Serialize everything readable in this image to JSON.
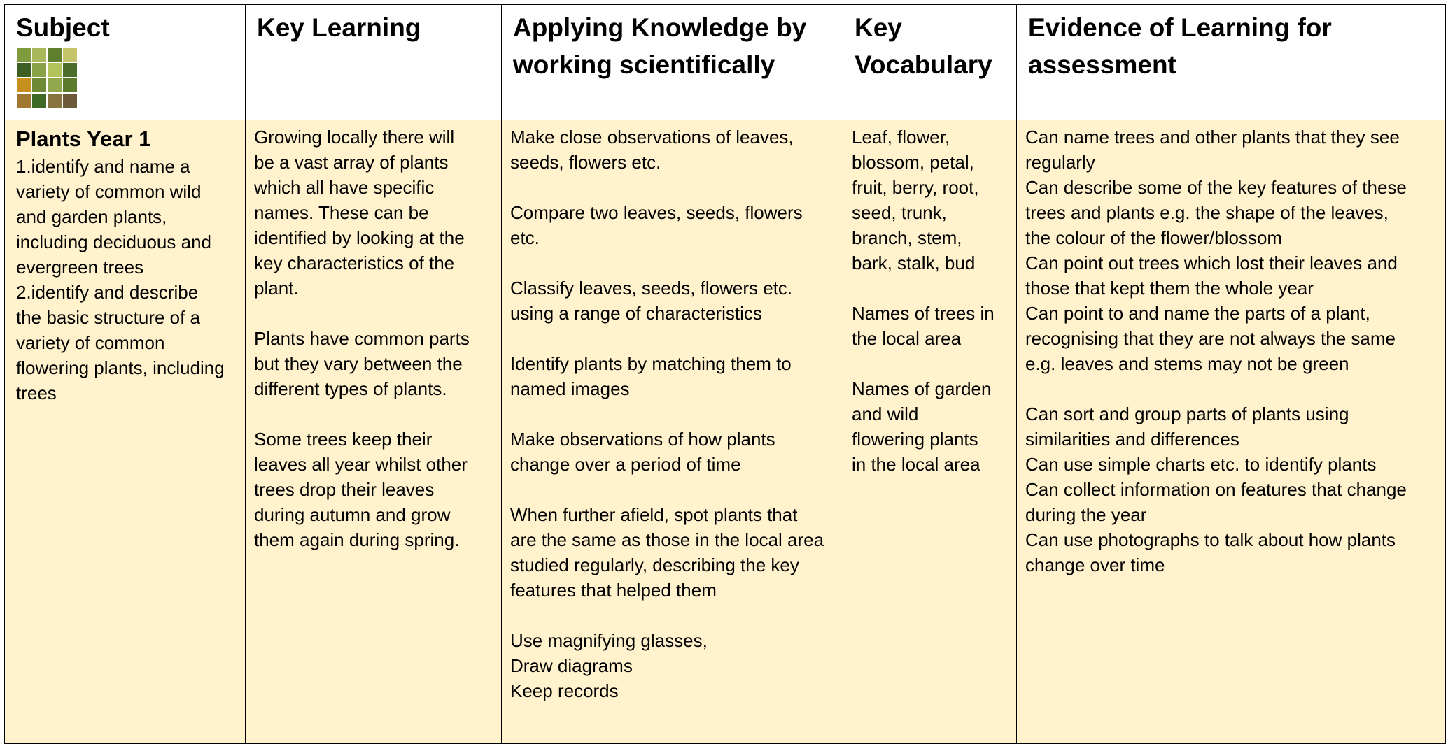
{
  "headers": {
    "subject": "Subject",
    "key_learning": "Key Learning",
    "applying": "Applying Knowledge by working scientifically",
    "vocabulary": "Key Vocabulary",
    "evidence": "Evidence of Learning for assessment"
  },
  "thumbnail_colors": [
    "#7d9b3a",
    "#a8b85a",
    "#5f7f2e",
    "#c6c46a",
    "#3e5f24",
    "#8aa247",
    "#b2c25c",
    "#4d6e2a",
    "#c8901f",
    "#6f8a34",
    "#93a84c",
    "#5b7a2b",
    "#a07830",
    "#3f6a25",
    "#88733e",
    "#6e5a3a"
  ],
  "subject": {
    "title": "Plants Year 1",
    "text": "1.identify and name a\nvariety of common wild\nand garden plants,\nincluding deciduous and\nevergreen trees\n2.identify and describe\nthe basic structure of a\nvariety of common\nflowering plants, including\ntrees"
  },
  "key_learning": "Growing locally there will\nbe a vast array of plants\nwhich all have specific\nnames. These can be\nidentified by looking at the\nkey characteristics of the\nplant.\n\nPlants have common parts\nbut they vary between the\ndifferent types of plants.\n\nSome trees keep their\nleaves all year whilst other\ntrees drop their leaves\nduring autumn and grow\nthem again during spring.",
  "applying": "Make close observations of leaves,\nseeds, flowers etc.\n\nCompare two leaves, seeds, flowers\netc.\n\nClassify leaves, seeds, flowers etc.\nusing a range of characteristics\n\nIdentify plants by matching them to\nnamed images\n\nMake observations of how plants\nchange over a period of time\n\nWhen further afield, spot plants that\nare the same as those in the local area\nstudied regularly, describing the key\nfeatures that helped them\n\nUse magnifying glasses,\nDraw diagrams\nKeep records",
  "vocabulary": "Leaf, flower,\nblossom, petal,\nfruit, berry, root,\nseed, trunk,\nbranch, stem,\nbark, stalk, bud\n\nNames of trees in\nthe local area\n\nNames of garden\nand wild\nflowering plants\nin the local area",
  "evidence": "Can name trees and other plants that they see\nregularly\nCan describe some of the key features of these\ntrees and plants e.g. the shape of the leaves,\nthe colour of the flower/blossom\nCan point out trees which lost their leaves and\nthose that kept them the whole year\nCan point to and name the parts of a plant,\nrecognising that they are not always the same\ne.g. leaves and stems may not be green\n\nCan sort and group parts of plants using\nsimilarities and differences\nCan use simple charts etc. to identify plants\nCan collect information on features that change\nduring the year\nCan use photographs to talk about how plants\nchange over time"
}
